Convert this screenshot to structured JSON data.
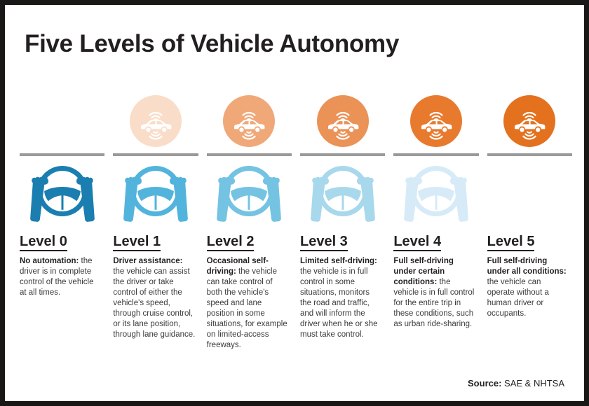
{
  "title": "Five Levels of Vehicle Autonomy",
  "source": {
    "label": "Source:",
    "value": " SAE & NHTSA"
  },
  "palette": {
    "frame_border": "#1a1717",
    "background": "#ffffff",
    "title_color": "#231f20",
    "rule_color": "#9a9a9a",
    "car_orange_full": "#e4711e",
    "wheel_blue_full": "#1b7eb0"
  },
  "columns": [
    {
      "heading": "Level 0",
      "lede": "No automation:",
      "body": "the driver is in complete control of the vehicle at all times.",
      "car_icon": "car-sensor-icon",
      "car_color": "none",
      "car_visible": false,
      "wheel_icon": "steering-wheel-hands-icon",
      "wheel_color": "#1b7eb0",
      "wheel_visible": true
    },
    {
      "heading": "Level 1",
      "lede": "Driver assistance:",
      "body": "the vehicle can assist the driver or take control of either the vehicle's speed, through cruise control, or its lane position, through lane guidance.",
      "car_icon": "car-sensor-icon",
      "car_color": "#f9ddc8",
      "car_visible": true,
      "wheel_icon": "steering-wheel-hands-icon",
      "wheel_color": "#52b4dd",
      "wheel_visible": true
    },
    {
      "heading": "Level 2",
      "lede": "Occasional self-driving:",
      "body": "the vehicle can take control of both the vehicle's speed and lane position in some situations, for example on limited-access freeways.",
      "car_icon": "car-sensor-icon",
      "car_color": "#f0a878",
      "car_visible": true,
      "wheel_icon": "steering-wheel-hands-icon",
      "wheel_color": "#74c3e3",
      "wheel_visible": true
    },
    {
      "heading": "Level 3",
      "lede": "Limited self-driving:",
      "body": "the vehicle is in full control in some situations, monitors the road and traffic, and will inform the driver when he or she must take control.",
      "car_icon": "car-sensor-icon",
      "car_color": "#eb9257",
      "car_visible": true,
      "wheel_icon": "steering-wheel-hands-icon",
      "wheel_color": "#a8d8ec",
      "wheel_visible": true
    },
    {
      "heading": "Level 4",
      "lede": "Full self-driving under certain conditions:",
      "body": "the vehicle is in full control for the entire trip in these conditions, such as urban ride-sharing.",
      "car_icon": "car-sensor-icon",
      "car_color": "#e87a2d",
      "car_visible": true,
      "wheel_icon": "steering-wheel-hands-icon",
      "wheel_color": "#d6ebf7",
      "wheel_visible": true
    },
    {
      "heading": "Level 5",
      "lede": "Full self-driving under all conditions:",
      "body": "the vehicle can operate without a human driver or occupants.",
      "car_icon": "car-sensor-icon",
      "car_color": "#e4711e",
      "car_visible": true,
      "wheel_icon": "steering-wheel-hands-icon",
      "wheel_color": "none",
      "wheel_visible": false
    }
  ]
}
